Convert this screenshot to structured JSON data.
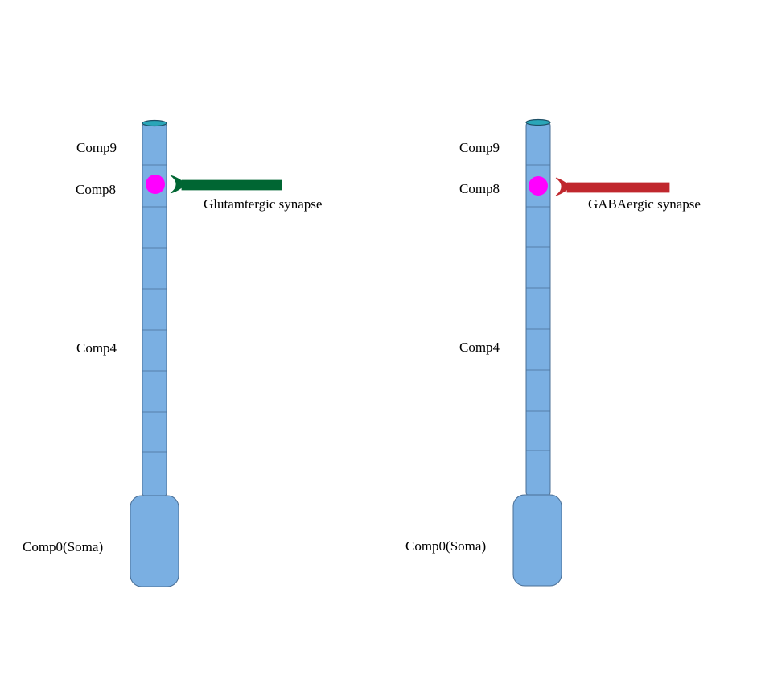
{
  "colors": {
    "dendrite_fill": "#7aafe2",
    "dendrite_stroke": "#4a6f96",
    "cap_fill": "#2aa6b8",
    "cap_stroke": "#1d4f66",
    "synapse_spot": "#ff00ff",
    "glutamate_terminal": "#006633",
    "gaba_terminal": "#c0272d"
  },
  "panels": [
    {
      "comp9_label": "Comp9",
      "comp8_label": "Comp8",
      "comp4_label": "Comp4",
      "soma_label": "Comp0(Soma)",
      "synapse_label": "Glutamtergic synapse",
      "terminal_color_key": "glutamate_terminal"
    },
    {
      "comp9_label": "Comp9",
      "comp8_label": "Comp8",
      "comp4_label": "Comp4",
      "soma_label": "Comp0(Soma)",
      "synapse_label": "GABAergic synapse",
      "terminal_color_key": "gaba_terminal"
    }
  ]
}
